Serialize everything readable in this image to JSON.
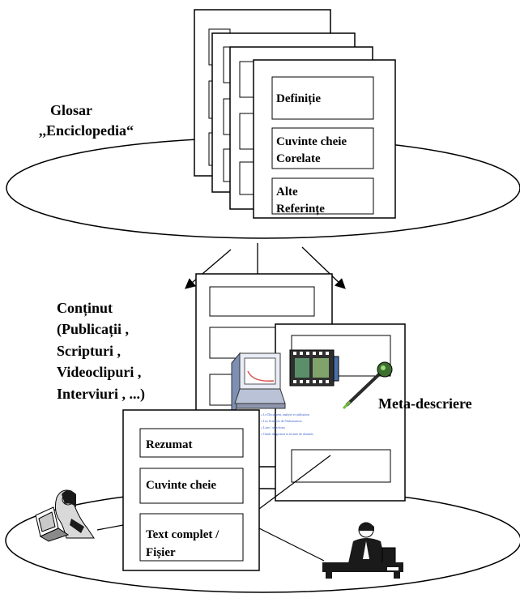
{
  "glossary": {
    "title_line1": "Glosar",
    "title_line2": ",,Enciclopedia“",
    "card_fields": {
      "definition": "Definiție",
      "keywords_line1": "Cuvinte cheie",
      "keywords_line2": "Corelate",
      "references_line1": "Alte",
      "references_line2": "Referințe"
    }
  },
  "content": {
    "title_line1": "Conținut",
    "title_line2": "(Publicații ,",
    "title_line3": "Scripturi ,",
    "title_line4": "Videoclipuri ,",
    "title_line5": "Interviuri , ...)"
  },
  "meta": {
    "label": "Meta-descriere"
  },
  "document_card": {
    "summary": "Rezumat",
    "keywords": "Cuvinte cheie",
    "fulltext_line1": "Text complet /",
    "fulltext_line2": "Fișier"
  },
  "links": [
    "» Le Document, analyse et utilisation",
    "» Les Sciences de l'Information",
    "» Liste / sélections",
    "» Outils de gestion et formes de données"
  ]
}
